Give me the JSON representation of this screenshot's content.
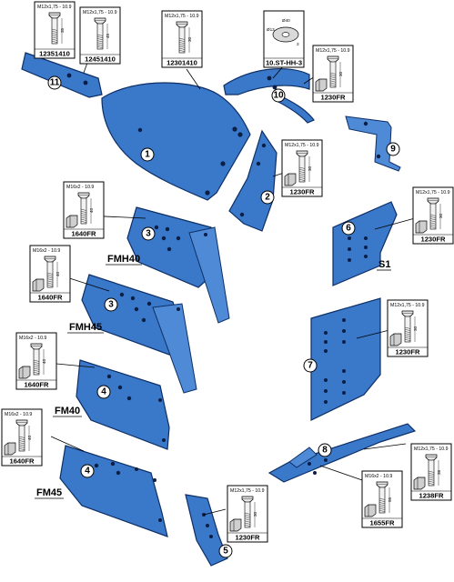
{
  "bolt_boxes": [
    {
      "id": "b12351410",
      "spec": "M12x1,75 - 10.9",
      "length": "35",
      "code": "12351410",
      "nut": false
    },
    {
      "id": "b12451410",
      "spec": "M12x1,75 - 10.9",
      "length": "45",
      "code": "12451410",
      "nut": false
    },
    {
      "id": "b12301410",
      "spec": "M12x1,75 - 10.9",
      "length": "30",
      "code": "12301410",
      "nut": false
    },
    {
      "id": "bsthh3",
      "spec": "",
      "length": "",
      "code": "10.ST-HH-3",
      "nut": false,
      "washer": {
        "outer": "Ø40",
        "inner": "Ø13",
        "thick": "3"
      }
    },
    {
      "id": "b1230fr_10",
      "spec": "M12x1,75 - 10.9",
      "length": "30",
      "code": "1230FR",
      "nut": true
    },
    {
      "id": "b1230fr_2",
      "spec": "M12x1,75 - 10.9",
      "length": "30",
      "code": "1230FR",
      "nut": true
    },
    {
      "id": "b1640fr_3a",
      "spec": "M16x2 - 10.9",
      "length": "40",
      "code": "1640FR",
      "nut": true
    },
    {
      "id": "b1230fr_6",
      "spec": "M12x1,75 - 10.9",
      "length": "30",
      "code": "1230FR",
      "nut": true
    },
    {
      "id": "b1640fr_3b",
      "spec": "M16x2 - 10.9",
      "length": "40",
      "code": "1640FR",
      "nut": true
    },
    {
      "id": "b1230fr_7",
      "spec": "M12x1,75 - 10.9",
      "length": "30",
      "code": "1230FR",
      "nut": true
    },
    {
      "id": "b1640fr_4a",
      "spec": "M16x2 - 10.9",
      "length": "40",
      "code": "1640FR",
      "nut": true
    },
    {
      "id": "b1640fr_4b",
      "spec": "M16x2 - 10.9",
      "length": "40",
      "code": "1640FR",
      "nut": true
    },
    {
      "id": "b1238fr",
      "spec": "M12x1,75 - 10.9",
      "length": "38",
      "code": "1238FR",
      "nut": true
    },
    {
      "id": "b1655fr",
      "spec": "M16x2 - 10.9",
      "length": "55",
      "code": "1655FR",
      "nut": true
    },
    {
      "id": "b1230fr_5",
      "spec": "M12x1,75 - 10.9",
      "length": "30",
      "code": "1230FR",
      "nut": true
    }
  ],
  "callouts": [
    "11",
    "10",
    "9",
    "1",
    "2",
    "6",
    "3",
    "3",
    "7",
    "4",
    "4",
    "8",
    "5"
  ],
  "models": [
    "FMH40",
    "FMH45",
    "FM40",
    "FM45",
    "S1"
  ]
}
